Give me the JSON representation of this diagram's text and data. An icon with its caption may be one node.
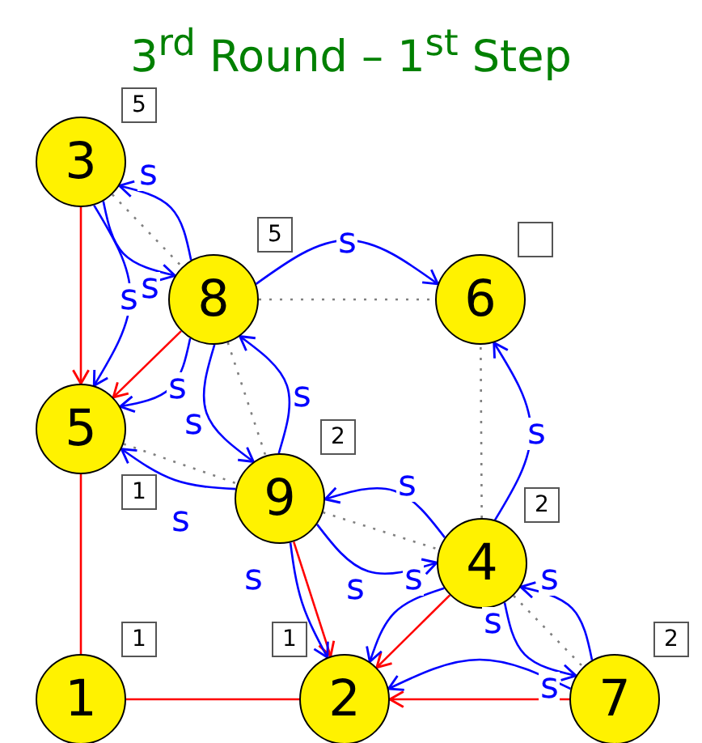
{
  "diagram": {
    "title": "3$^{rd}$ Round – 1$^{st}$ Step",
    "nodes": [
      {
        "text": [
          "3"
        ]
      },
      {
        "text": [
          "5"
        ]
      },
      {
        "text": [
          "5"
        ]
      },
      {
        "text": [],
        "shape": "box"
      },
      {
        "text": [
          "8"
        ]
      },
      {
        "text": [
          "6"
        ]
      },
      {
        "text": [
          "5"
        ]
      },
      {
        "text": [
          "2"
        ]
      },
      {
        "text": [
          "9"
        ]
      },
      {
        "text": [
          "1"
        ]
      },
      {
        "text": [
          "2"
        ]
      },
      {
        "text": [
          "4"
        ]
      },
      {
        "text": [
          "1"
        ]
      },
      {
        "text": [
          "1"
        ]
      },
      {
        "text": [
          "2"
        ]
      },
      {
        "text": [
          "1"
        ]
      },
      {
        "text": [
          "2"
        ]
      },
      {
        "text": [
          "7"
        ]
      }
    ],
    "edges": [
      {
        "from": 0,
        "to": 6,
        "arrow": "to",
        "color": "#ff0000"
      },
      {
        "from": 4,
        "to": 6,
        "arrow": "to",
        "color": "#ff0000"
      },
      {
        "from": 8,
        "to": 16,
        "arrow": "to",
        "color": "#ff0000"
      },
      {
        "from": 11,
        "to": 16,
        "arrow": "to",
        "color": "#ff0000"
      },
      {
        "from": 17,
        "to": 16,
        "arrow": "to",
        "color": "#ff0000"
      },
      {
        "from": 6,
        "to": 15,
        "arrow": "none",
        "color": "#ff0000"
      },
      {
        "from": 15,
        "to": 16,
        "arrow": "none",
        "color": "#ff0000"
      },
      {
        "from": 0,
        "to": 4,
        "arrow": "none",
        "style": "dashed",
        "color": "#808080"
      },
      {
        "from": 4,
        "to": 5,
        "arrow": "none",
        "style": "dashed",
        "color": "#808080"
      },
      {
        "from": 4,
        "to": 8,
        "arrow": "none",
        "style": "dashed",
        "color": "#808080"
      },
      {
        "from": 6,
        "to": 8,
        "arrow": "none",
        "style": "dashed",
        "color": "#808080"
      },
      {
        "from": 8,
        "to": 11,
        "arrow": "none",
        "style": "dashed",
        "color": "#808080"
      },
      {
        "from": 11,
        "to": 5,
        "arrow": "none",
        "style": "dashed",
        "color": "#808080"
      },
      {
        "from": 11,
        "to": 17,
        "arrow": "none",
        "style": "dashed",
        "color": "#808080"
      },
      {
        "from": 4,
        "to": 0,
        "arrow": "to",
        "label": "s"
      },
      {
        "from": 0,
        "to": 4,
        "arrow": "to",
        "label": "s"
      },
      {
        "from": 0,
        "to": 6,
        "arrow": "to",
        "label": "s"
      },
      {
        "from": 4,
        "to": 5,
        "arrow": "to",
        "label": "s"
      },
      {
        "from": 4,
        "to": 6,
        "arrow": "to",
        "label": "s"
      },
      {
        "from": 4,
        "to": 8,
        "arrow": "to",
        "label": "s"
      },
      {
        "from": 8,
        "to": 4,
        "arrow": "to",
        "label": "s"
      },
      {
        "from": 8,
        "to": 6,
        "arrow": "to",
        "label": "s"
      },
      {
        "from": 11,
        "to": 8,
        "arrow": "to",
        "label": "s"
      },
      {
        "from": 8,
        "to": 11,
        "arrow": "to",
        "label": "s"
      },
      {
        "from": 8,
        "to": 16,
        "arrow": "to",
        "label": "s"
      },
      {
        "from": 11,
        "to": 16,
        "arrow": "to",
        "label": "s"
      },
      {
        "from": 11,
        "to": 5,
        "arrow": "to",
        "label": "s"
      },
      {
        "from": 11,
        "to": 17,
        "arrow": "to",
        "label": "s"
      },
      {
        "from": 17,
        "to": 11,
        "arrow": "to",
        "label": "s"
      },
      {
        "from": 17,
        "to": 16,
        "arrow": "to",
        "label": "s"
      }
    ]
  }
}
